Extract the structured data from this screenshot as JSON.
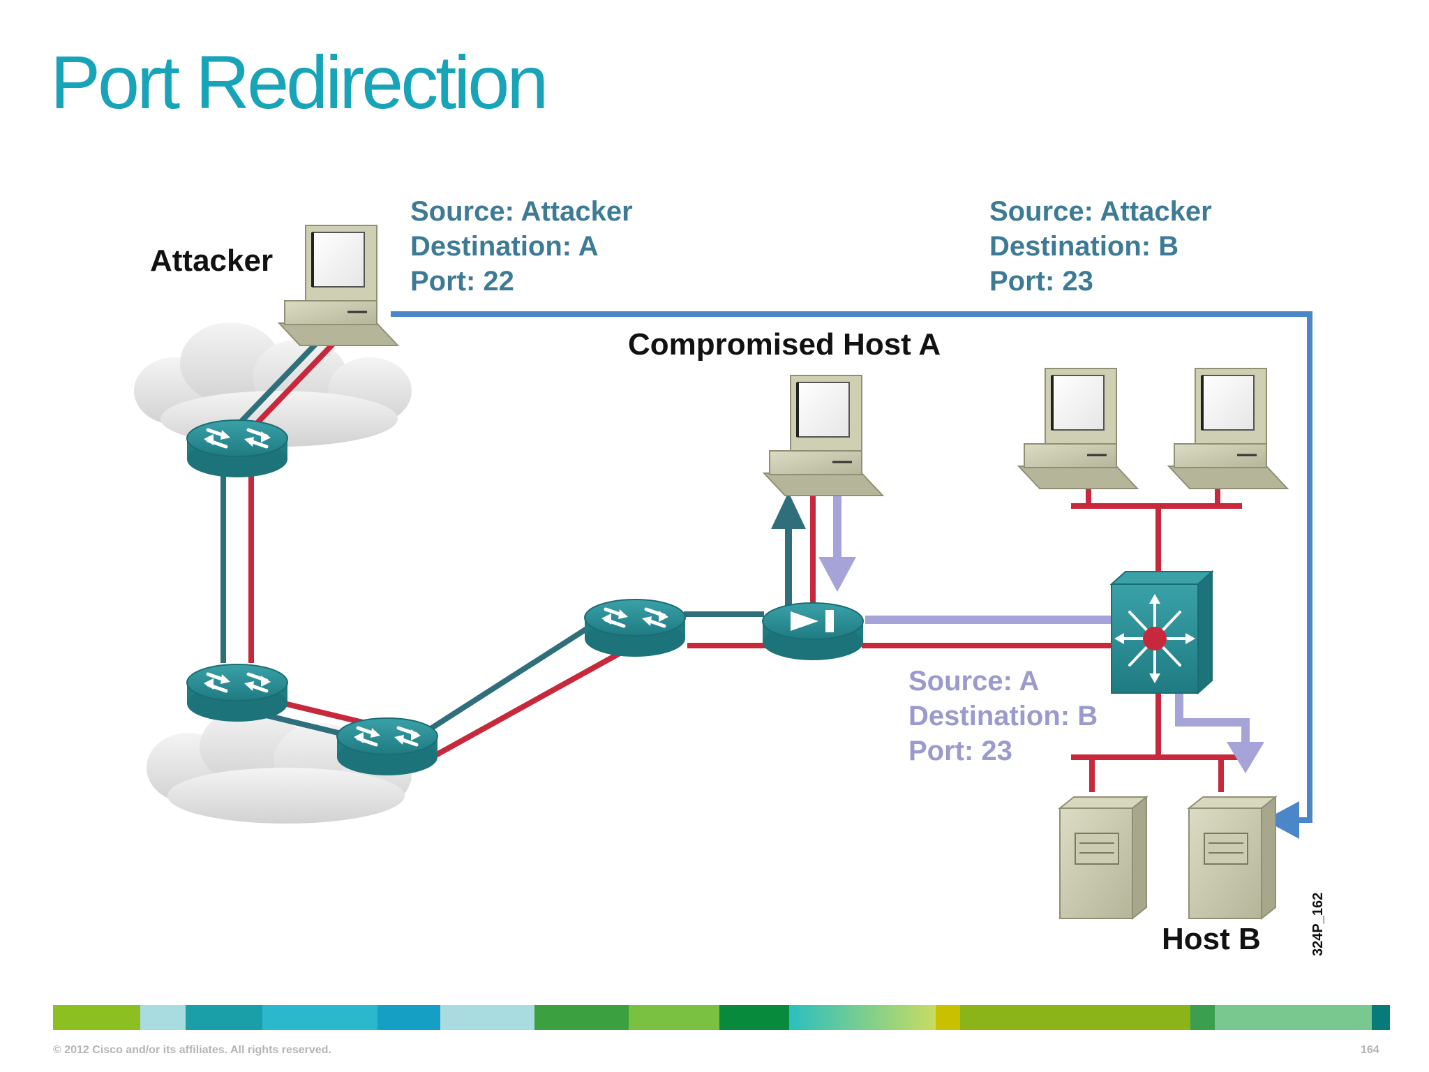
{
  "slide": {
    "title": "Port Redirection"
  },
  "labels": {
    "attacker": "Attacker",
    "compromised_host": "Compromised Host A",
    "host_b": "Host B",
    "figure_id": "324P_162"
  },
  "packets": {
    "p1": {
      "source": "Source: Attacker",
      "destination": "Destination: A",
      "port": "Port: 22"
    },
    "p2": {
      "source": "Source: Attacker",
      "destination": "Destination: B",
      "port": "Port: 23"
    },
    "p3": {
      "source": "Source: A",
      "destination": "Destination: B",
      "port": "Port: 23"
    }
  },
  "colors": {
    "title": "#17a3b8",
    "teal_line": "#2f6f7c",
    "red_line": "#c8283c",
    "lavender_line": "#a6a3d8",
    "blue_line": "#4a86c8",
    "device_teal": "#2a8f96"
  },
  "footer": {
    "copyright": "© 2012 Cisco and/or its affiliates. All rights reserved.",
    "page_number": "164"
  }
}
